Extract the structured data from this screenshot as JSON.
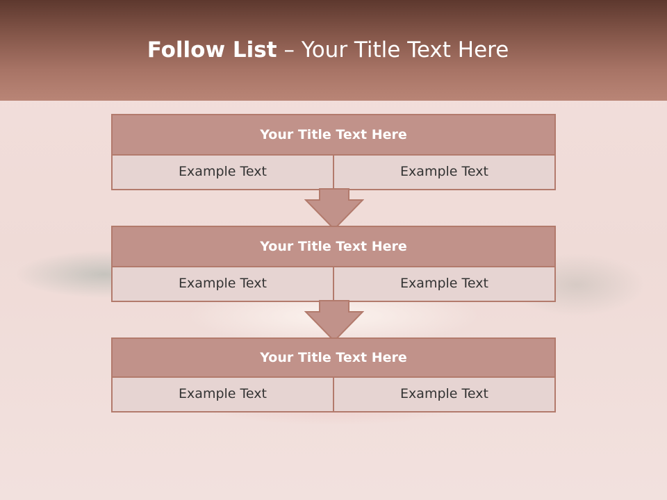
{
  "slide": {
    "title_bold": "Follow List",
    "title_rest": "– Your Title Text Here"
  },
  "steps": [
    {
      "title": "Your Title Text Here",
      "left": "Example Text",
      "right": "Example Text"
    },
    {
      "title": "Your Title Text Here",
      "left": "Example Text",
      "right": "Example Text"
    },
    {
      "title": "Your Title Text Here",
      "left": "Example Text",
      "right": "Example Text"
    }
  ],
  "colors": {
    "header_dark": "#5d382e",
    "header_light": "#b98576",
    "box_title_fill": "#c1928a",
    "box_cell_fill": "#e6d4d2",
    "border": "#b27a6c"
  }
}
